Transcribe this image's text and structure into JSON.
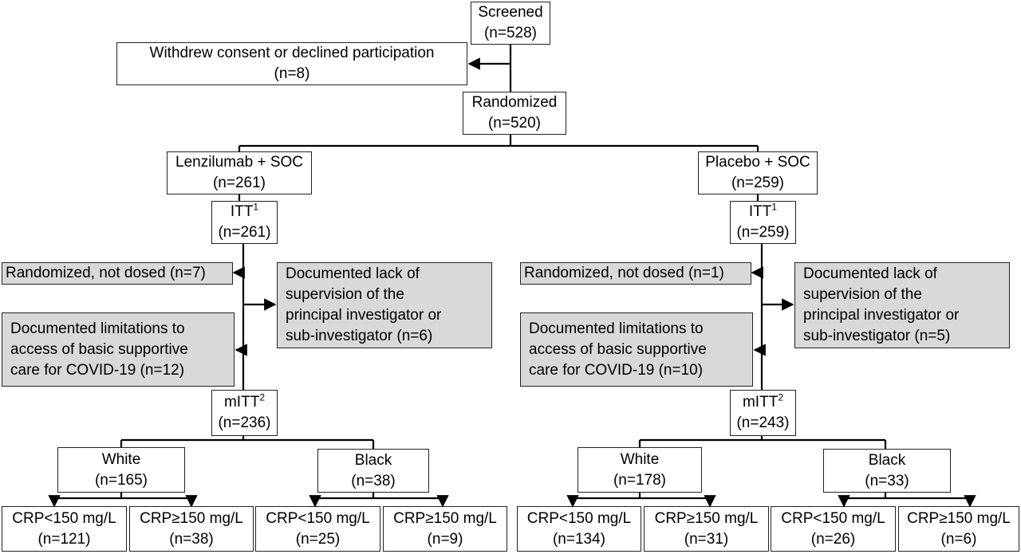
{
  "colors": {
    "line": "#000000",
    "box_border": "#222222",
    "box_fill": "#ffffff",
    "exclusion_fill": "#d9d9d9"
  },
  "screened": {
    "label": "Screened",
    "n": "(n=528)"
  },
  "withdrew": {
    "label": "Withdrew consent or declined participation",
    "n": "(n=8)"
  },
  "randomized": {
    "label": "Randomized",
    "n": "(n=520)"
  },
  "arms": [
    {
      "arm": {
        "label": "Lenzilumab + SOC",
        "n": "(n=261)"
      },
      "itt": {
        "label": "ITT",
        "sup": "1",
        "n": "(n=261)"
      },
      "not_dosed": "Randomized, not dosed (n=7)",
      "lack_supervision": "Documented lack of\nsupervision of the\nprincipal investigator or\nsub-investigator (n=6)",
      "limitations": "Documented limitations to\naccess of basic supportive\ncare for COVID-19 (n=12)",
      "mitt": {
        "label": "mITT",
        "sup": "2",
        "n": "(n=236)"
      },
      "white": {
        "label": "White",
        "n": "(n=165)"
      },
      "black": {
        "label": "Black",
        "n": "(n=38)"
      },
      "white_crp": [
        {
          "label": "CRP<150 mg/L",
          "n": "(n=121)"
        },
        {
          "label": "CRP≥150 mg/L",
          "n": "(n=38)"
        }
      ],
      "black_crp": [
        {
          "label": "CRP<150 mg/L",
          "n": "(n=25)"
        },
        {
          "label": "CRP≥150 mg/L",
          "n": "(n=9)"
        }
      ]
    },
    {
      "arm": {
        "label": "Placebo + SOC",
        "n": "(n=259)"
      },
      "itt": {
        "label": "ITT",
        "sup": "1",
        "n": "(n=259)"
      },
      "not_dosed": "Randomized, not dosed (n=1)",
      "lack_supervision": "Documented lack of\nsupervision of the\nprincipal investigator or\nsub-investigator (n=5)",
      "limitations": "Documented limitations to\naccess of basic supportive\ncare for COVID-19 (n=10)",
      "mitt": {
        "label": "mITT",
        "sup": "2",
        "n": "(n=243)"
      },
      "white": {
        "label": "White",
        "n": "(n=178)"
      },
      "black": {
        "label": "Black",
        "n": "(n=33)"
      },
      "white_crp": [
        {
          "label": "CRP<150 mg/L",
          "n": "(n=134)"
        },
        {
          "label": "CRP≥150 mg/L",
          "n": "(n=31)"
        }
      ],
      "black_crp": [
        {
          "label": "CRP<150 mg/L",
          "n": "(n=26)"
        },
        {
          "label": "CRP≥150 mg/L",
          "n": "(n=6)"
        }
      ]
    }
  ]
}
